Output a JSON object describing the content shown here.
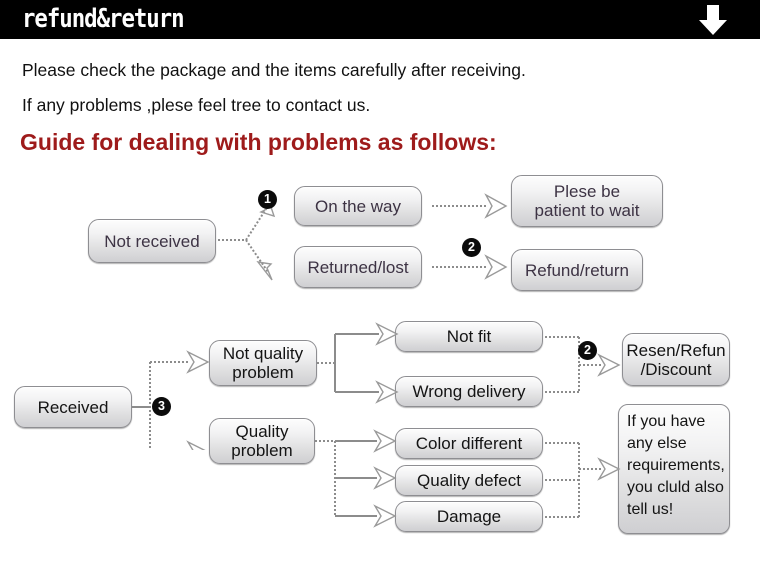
{
  "header": {
    "title": "refund&return",
    "arrow_icon": "down-arrow-icon"
  },
  "intro": {
    "line1": "Please check the package and the items carefully after receiving.",
    "line2": "If any problems ,plese feel tree to contact us."
  },
  "guide_heading": "Guide for dealing with problems as follows:",
  "badges": {
    "one": "1",
    "two": "2",
    "two_b": "2",
    "three": "3"
  },
  "flow_top": {
    "source": "Not received",
    "branch_a": "On the way",
    "branch_b": "Returned/lost",
    "result_a": "Plese be\npatient to wait",
    "result_b": "Refund/return"
  },
  "flow_bottom": {
    "source": "Received",
    "category_a": "Not quality\nproblem",
    "category_b": "Quality\nproblem",
    "reasons": [
      "Not fit",
      "Wrong delivery",
      "Color different",
      "Quality defect",
      "Damage"
    ],
    "result_a": "Resen/Refun\n/Discount",
    "result_b": "If you have\nany else\nrequirements,\nyou cluld also\ntell us!"
  },
  "colors": {
    "header_bg": "#000000",
    "heading_red": "#9e1b1b",
    "node_text": "#3d3344",
    "connector": "#8c8c8c"
  }
}
